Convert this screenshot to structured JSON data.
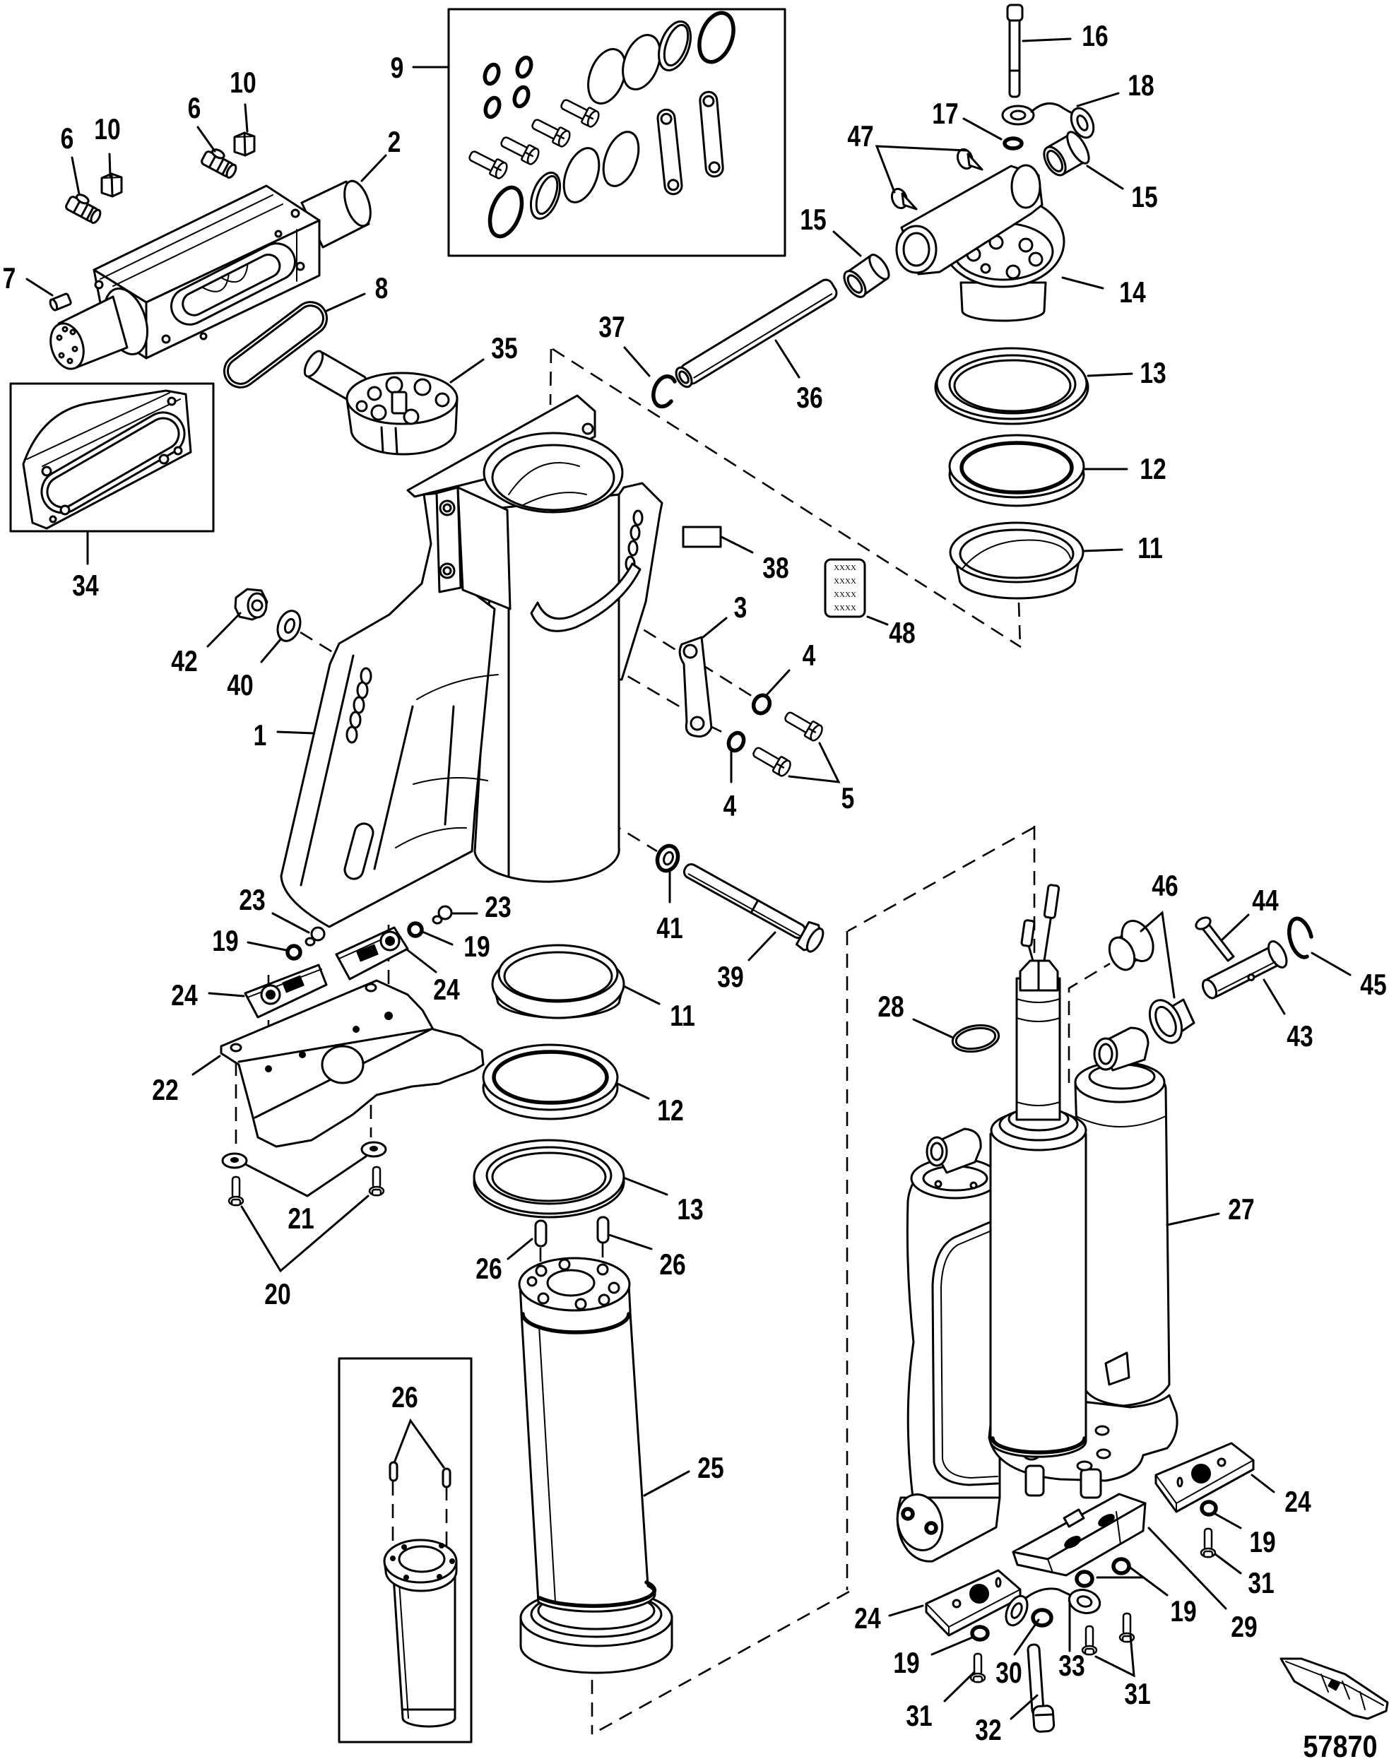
{
  "diagram": {
    "figure_number": "57870",
    "decal_48_lines": [
      "XXXX",
      "XXXX",
      "XXXX",
      "XXXX"
    ],
    "callouts": [
      "9",
      "10",
      "6",
      "10",
      "6",
      "2",
      "7",
      "8",
      "35",
      "34",
      "37",
      "36",
      "15",
      "16",
      "18",
      "17",
      "47",
      "15",
      "14",
      "13",
      "12",
      "11",
      "38",
      "48",
      "3",
      "42",
      "40",
      "1",
      "4",
      "4",
      "5",
      "41",
      "39",
      "23",
      "23",
      "19",
      "19",
      "24",
      "24",
      "22",
      "11",
      "12",
      "13",
      "21",
      "20",
      "26",
      "26",
      "26",
      "25",
      "46",
      "44",
      "45",
      "43",
      "28",
      "27",
      "24",
      "19",
      "31",
      "29",
      "19",
      "24",
      "19",
      "30",
      "33",
      "31",
      "31",
      "32"
    ]
  }
}
